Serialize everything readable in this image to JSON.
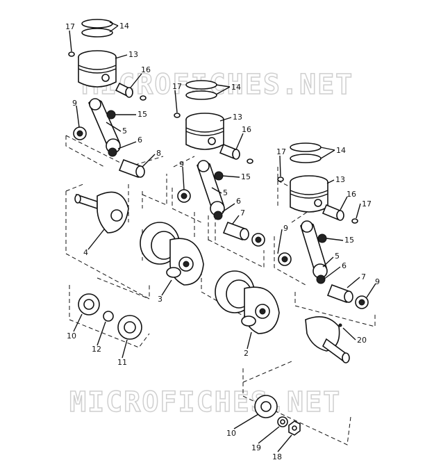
{
  "watermark": {
    "top": "MICROFICHES.NET",
    "bottom": "MICROFICHES.NET"
  },
  "callouts": {
    "c1": "17",
    "c2": "14",
    "c3": "13",
    "c4": "16",
    "c5": "17",
    "c6": "14",
    "c7": "9",
    "c8": "15",
    "c9": "5",
    "c10": "13",
    "c11": "16",
    "c12": "6",
    "c13": "8",
    "c14": "9",
    "c15": "15",
    "c16": "17",
    "c17": "14",
    "c18": "5",
    "c19": "13",
    "c20": "16",
    "c21": "6",
    "c22": "17",
    "c23": "7",
    "c24": "4",
    "c25": "9",
    "c26": "15",
    "c27": "5",
    "c28": "3",
    "c29": "6",
    "c30": "7",
    "c31": "9",
    "c32": "10",
    "c33": "12",
    "c34": "11",
    "c35": "2",
    "c36": "20",
    "c37": "10",
    "c38": "19",
    "c39": "18"
  }
}
